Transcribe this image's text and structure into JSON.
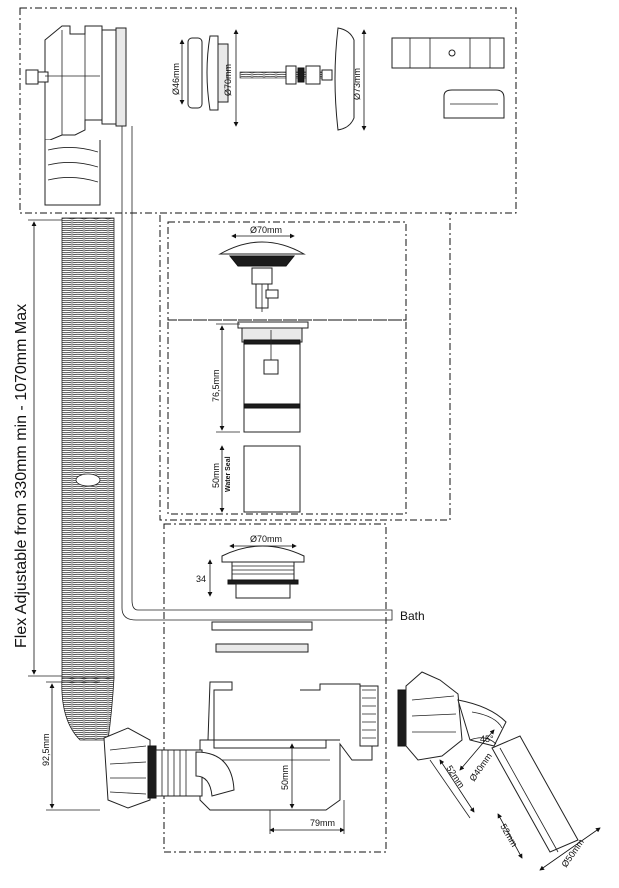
{
  "labels": {
    "flex_adjustable": "Flex Adjustable from 330mm min - 1070mm Max",
    "bath": "Bath",
    "dia_46": "Ø46mm",
    "dia_70_top": "Ø70mm",
    "dia_73": "Ø73mm",
    "dia_70_popup": "Ø70mm",
    "h_76_5": "76,5mm",
    "h_50_seal": "50mm",
    "water_seal": "Water Seal",
    "dia_70_waste": "Ø70mm",
    "h_34": "34",
    "h_92_5": "92,5mm",
    "h_50_trap": "50mm",
    "w_79": "79mm",
    "angle_45": "45°",
    "dia_40": "Ø40mm",
    "dia_50": "Ø50mm",
    "len_52_a": "52mm",
    "len_52_b": "52mm"
  }
}
